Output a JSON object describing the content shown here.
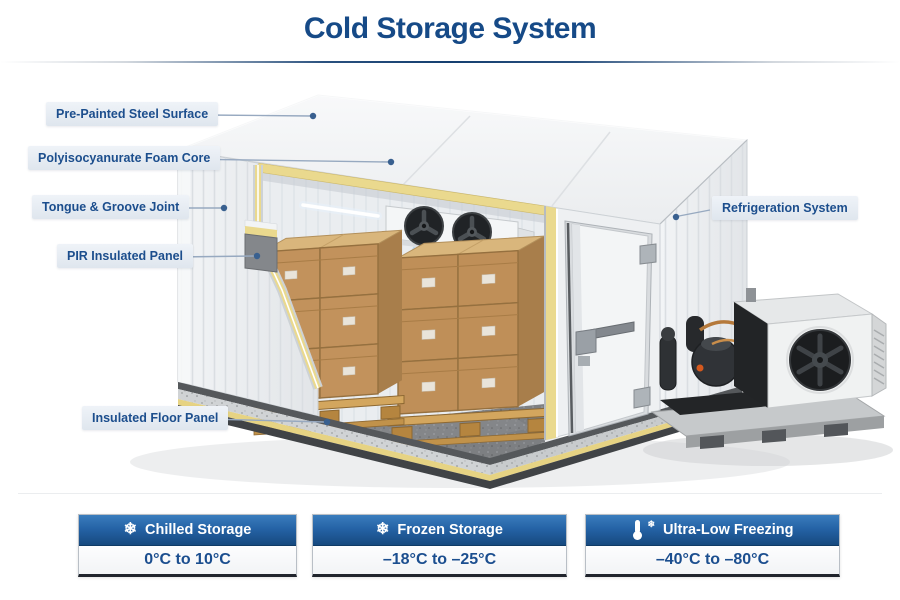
{
  "title": "Cold Storage System",
  "labels": {
    "pre_painted": "Pre-Painted Steel Surface",
    "foam_core": "Polyisocyanurate Foam Core",
    "tongue_groove": "Tongue & Groove Joint",
    "pir_panel": "PIR Insulated Panel",
    "floor_panel": "Insulated Floor Panel",
    "refrigeration": "Refrigeration System"
  },
  "cards": [
    {
      "title": "Chilled Storage",
      "range": "0°C to 10°C",
      "icon": "snowflake-icon"
    },
    {
      "title": "Frozen Storage",
      "range": "–18°C to –25°C",
      "icon": "snowflake-icon"
    },
    {
      "title": "Ultra-Low Freezing",
      "range": "–40°C to –80°C",
      "icon": "thermometer-snowflake-icon"
    }
  ],
  "icons": {
    "snowflake": "❄",
    "snowflake_small": "❄"
  },
  "colors": {
    "accent_blue": "#1b4e8f",
    "header_blue_top": "#3a7dbd",
    "header_blue_bottom": "#16497f",
    "label_background": "#e7ecf4",
    "foam_yellow": "#ead98e"
  }
}
